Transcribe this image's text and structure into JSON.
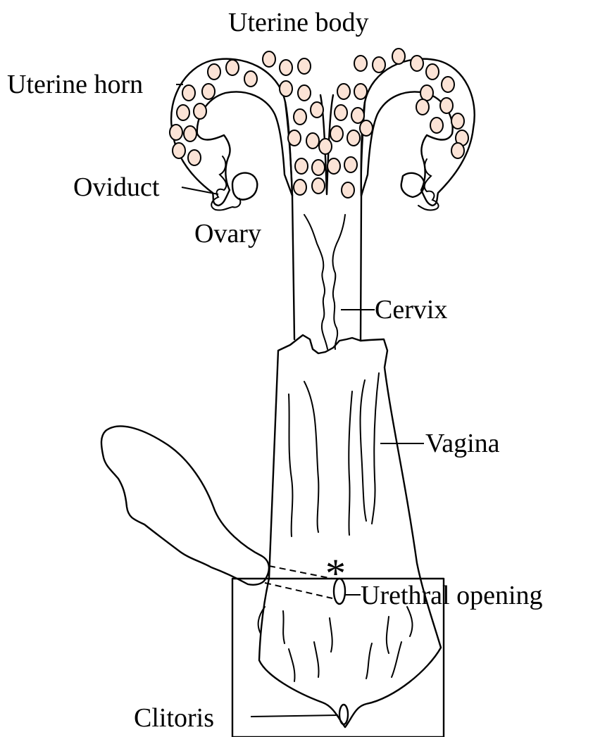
{
  "labels": {
    "uterine_body": "Uterine body",
    "uterine_horn": "Uterine horn",
    "oviduct": "Oviduct",
    "ovary": "Ovary",
    "cervix": "Cervix",
    "vagina": "Vagina",
    "asterisk": "*",
    "urethral_opening": "Urethral opening",
    "clitoris": "Clitoris"
  },
  "colors": {
    "outline": "#000000",
    "embryo_fill": "#fbe3d6",
    "ovary_fill": "#fbe9c2",
    "bladder_fill": "#d9d9d9"
  }
}
